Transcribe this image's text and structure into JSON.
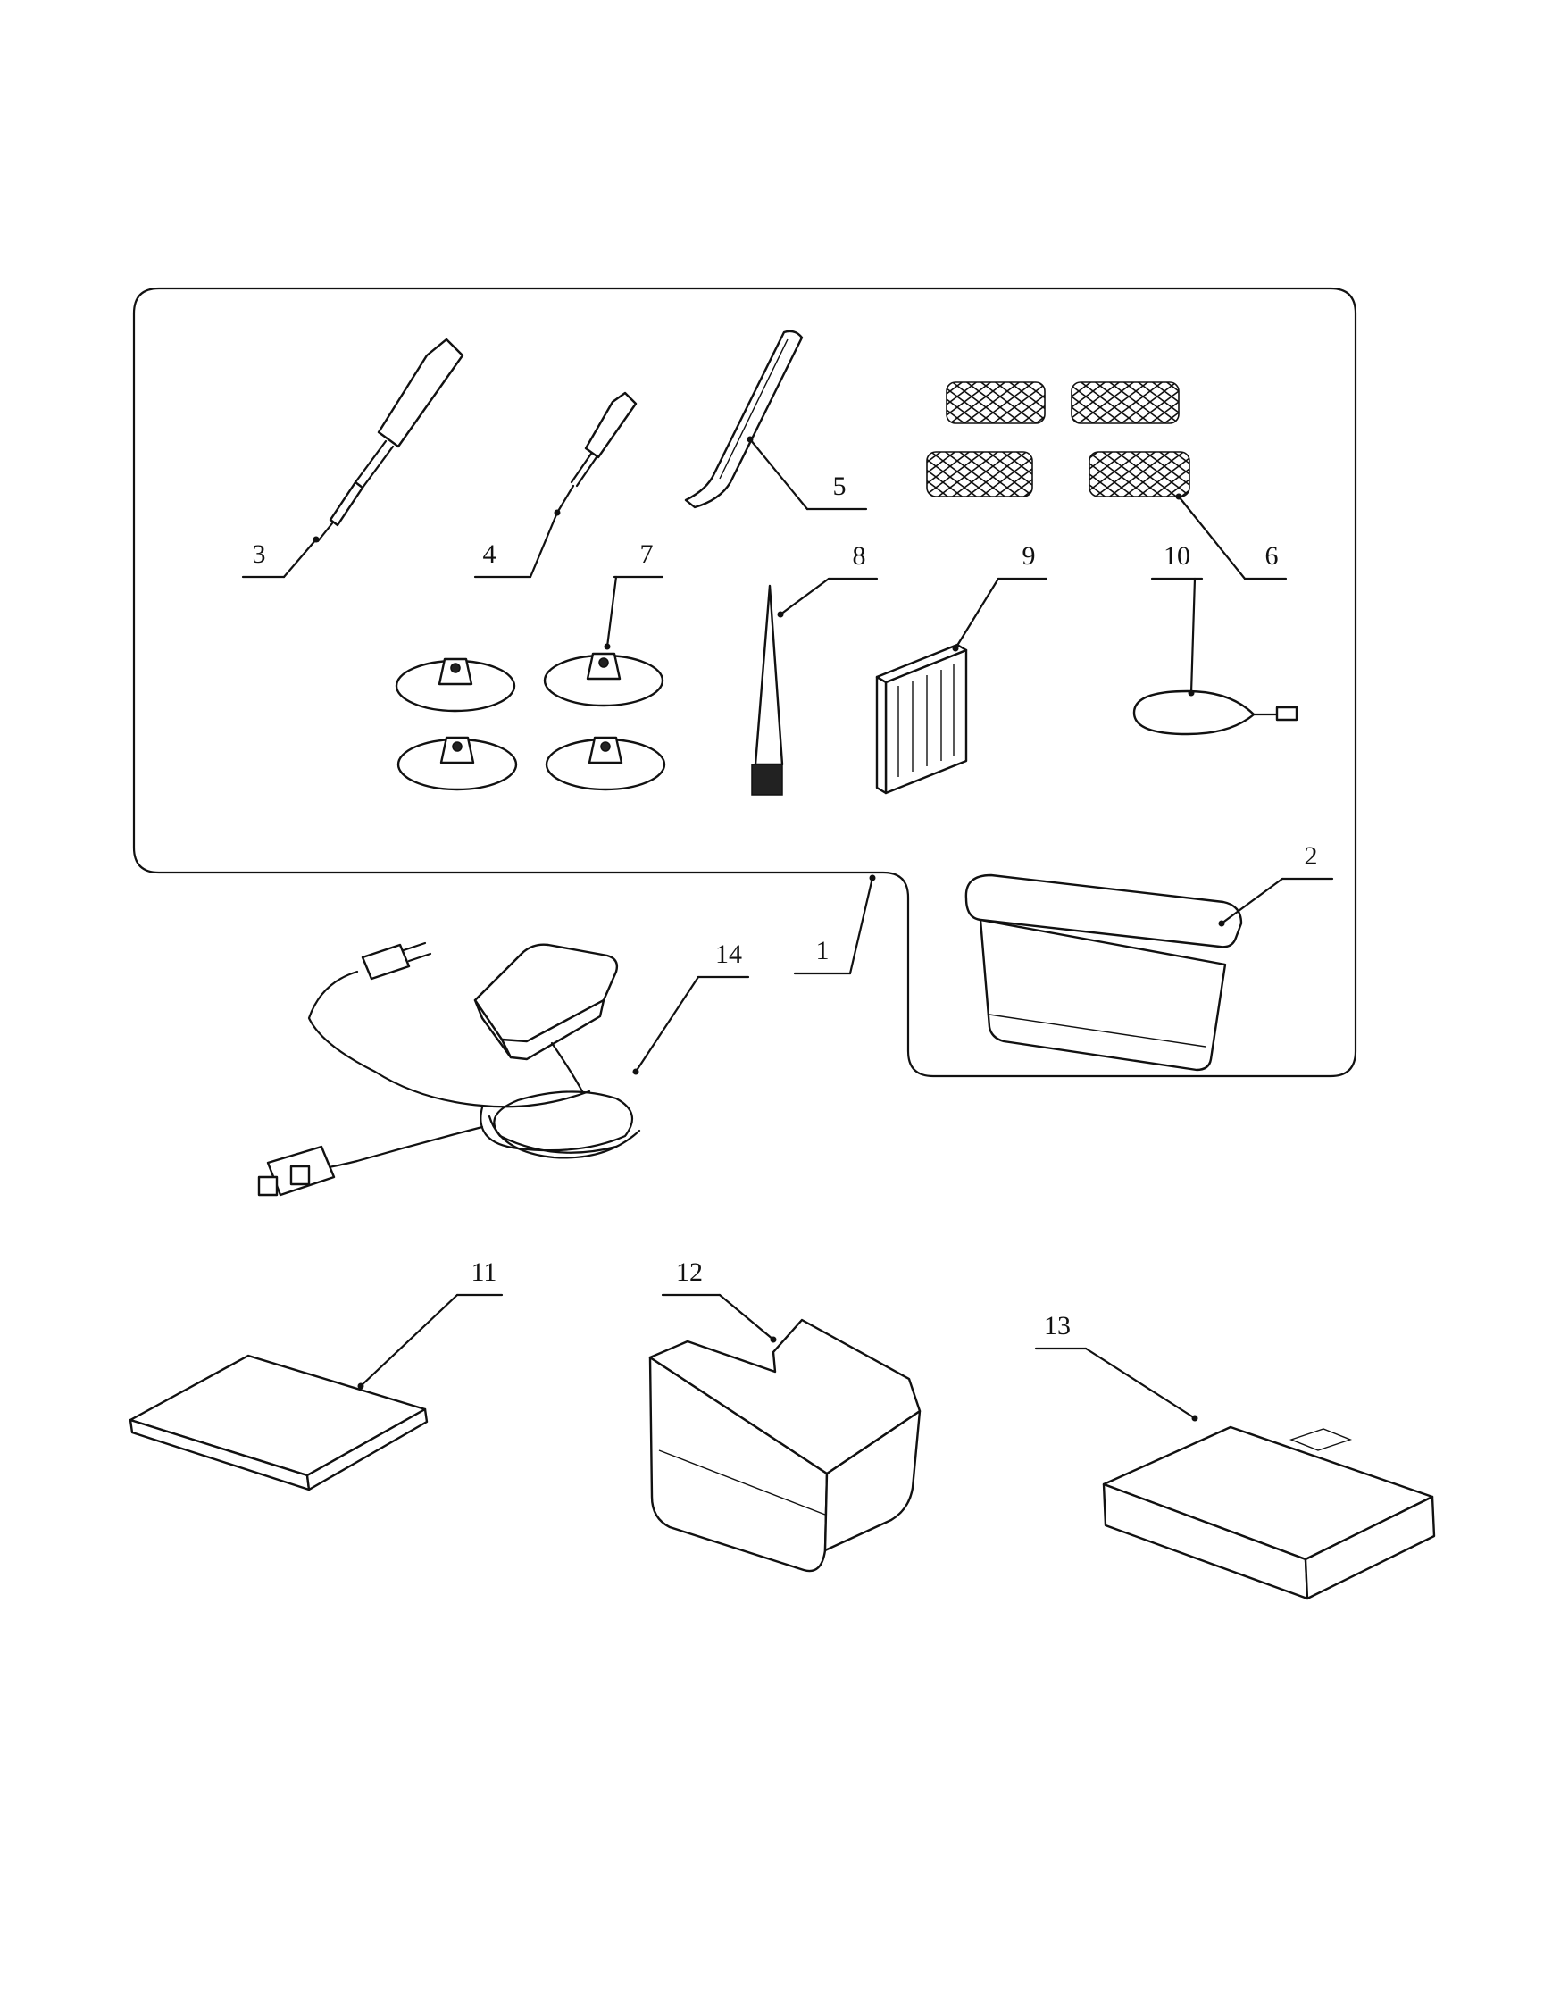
{
  "diagram": {
    "callouts": [
      {
        "id": "c1",
        "label": "1"
      },
      {
        "id": "c2",
        "label": "2"
      },
      {
        "id": "c3",
        "label": "3"
      },
      {
        "id": "c4",
        "label": "4"
      },
      {
        "id": "c5",
        "label": "5"
      },
      {
        "id": "c6",
        "label": "6"
      },
      {
        "id": "c7",
        "label": "7"
      },
      {
        "id": "c8",
        "label": "8"
      },
      {
        "id": "c9",
        "label": "9"
      },
      {
        "id": "c10",
        "label": "10"
      },
      {
        "id": "c11",
        "label": "11"
      },
      {
        "id": "c12",
        "label": "12"
      },
      {
        "id": "c13",
        "label": "13"
      },
      {
        "id": "c14",
        "label": "14"
      }
    ],
    "colors": {
      "ink": "#111111",
      "paper": "#ffffff"
    }
  }
}
